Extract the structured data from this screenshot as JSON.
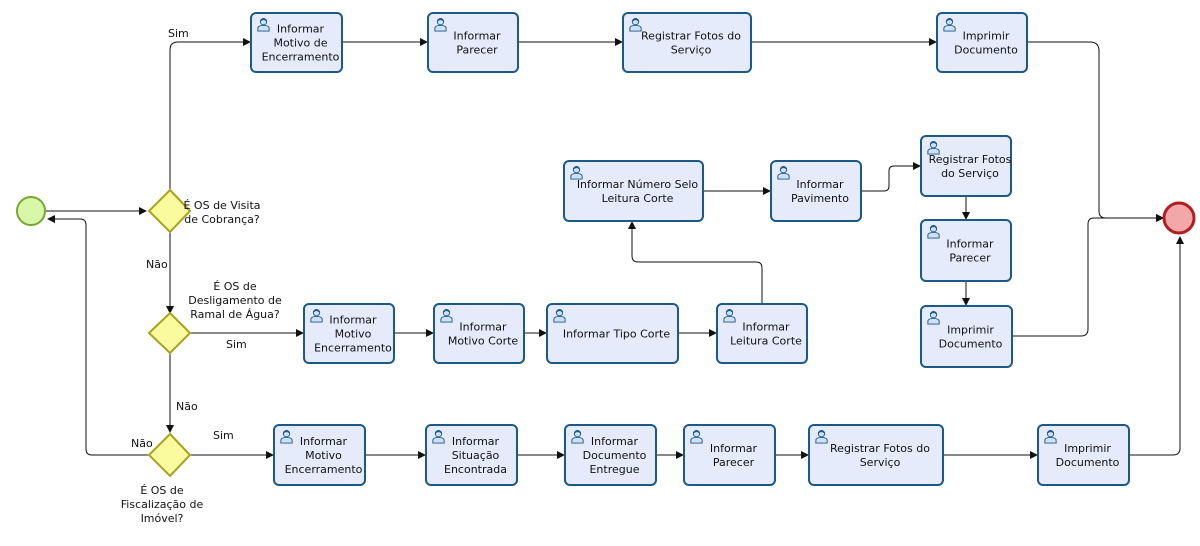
{
  "tasks": {
    "t1": [
      "Informar",
      "Motivo de",
      "Encerramento"
    ],
    "t2": [
      "Informar",
      "Parecer"
    ],
    "t3": [
      "Registrar Fotos do",
      "Serviço"
    ],
    "t4": [
      "Imprimir",
      "Documento"
    ],
    "t5": [
      "Informar Número Selo",
      "Leitura Corte"
    ],
    "t6": [
      "Informar",
      "Pavimento"
    ],
    "t7": [
      "Registrar Fotos",
      "do Serviço"
    ],
    "t8": [
      "Informar",
      "Parecer"
    ],
    "t9": [
      "Imprimir",
      "Documento"
    ],
    "t10": [
      "Informar",
      "Motivo",
      "Encerramento"
    ],
    "t11": [
      "Informar",
      "Motivo Corte"
    ],
    "t12": [
      "Informar Tipo Corte"
    ],
    "t13": [
      "Informar",
      "Leitura Corte"
    ],
    "t14": [
      "Informar",
      "Motivo",
      "Encerramento"
    ],
    "t15": [
      "Informar",
      "Situação",
      "Encontrada"
    ],
    "t16": [
      "Informar",
      "Documento",
      "Entregue"
    ],
    "t17": [
      "Informar",
      "Parecer"
    ],
    "t18": [
      "Registrar Fotos do",
      "Serviço"
    ],
    "t19": [
      "Imprimir",
      "Documento"
    ]
  },
  "gateways": {
    "g1": [
      "É OS de Visita",
      "de Cobrança?"
    ],
    "g2": [
      "É OS de",
      "Desligamento de",
      "Ramal de Água?"
    ],
    "g3": [
      "É OS de",
      "Fiscalização de",
      "Imóvel?"
    ]
  },
  "edge_labels": {
    "g1_yes": "Sim",
    "g1_no": "Não",
    "g2_yes": "Sim",
    "g2_no": "Não",
    "g3_yes": "Sim",
    "g3_no": "Não"
  },
  "colors": {
    "task_fill": "#e6ebfb",
    "task_stroke": "#1b5a88",
    "start_fill": "#d8f7a8",
    "start_stroke": "#76a72f",
    "end_fill": "#f2a7a9",
    "end_stroke": "#b31d22",
    "gateway_fill": "#fafa9e",
    "gateway_stroke": "#a8a21c"
  },
  "icons": {
    "task": "user-task-icon"
  }
}
